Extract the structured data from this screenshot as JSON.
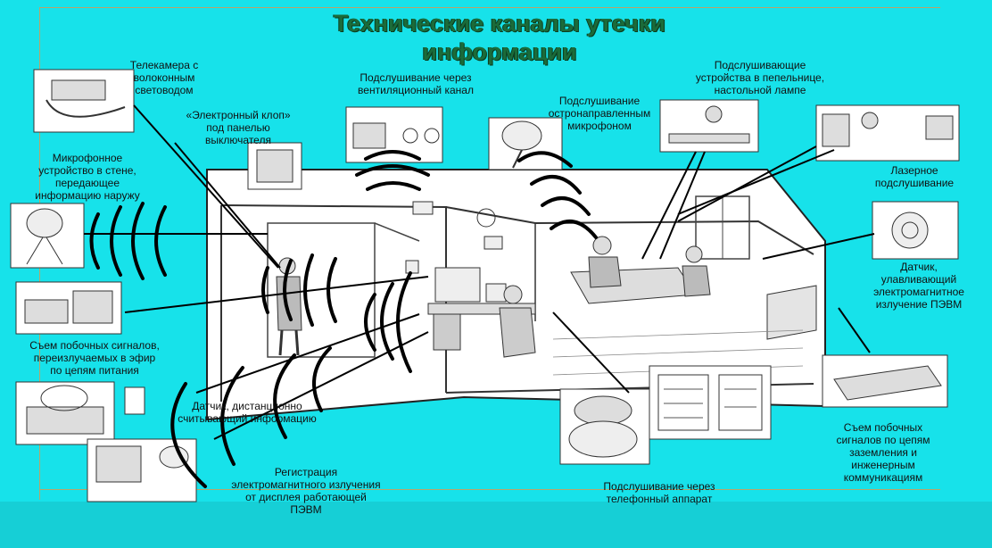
{
  "title_line1": "Технические каналы утечки",
  "title_line2": "информации",
  "labels": {
    "telecamera": "Телекамера с\nволоконным\nсветоводом",
    "electronic_bug": "«Электронный клоп»\nпод панелью\nвыключателя",
    "ventilation": "Подслушивание через\nвентиляционный канал",
    "directional_mic": "Подслушивание\nостронаправленным\nмикрофоном",
    "ashtray_lamp": "Подслушивающие\nустройства в пепельнице,\nнастольной лампе",
    "wall_microphone": "Микрофонное\nустройство в стене,\nпередающее\nинформацию наружу",
    "laser": "Лазерное\nподслушивание",
    "em_sensor": "Датчик,\nулавливающий\nэлектромагнитное\nизлучение ПЭВМ",
    "side_signals_power": "Съем побочных сигналов,\nпереизлучаемых в эфир\nпо цепям питания",
    "remote_sensor": "Датчик, дистанционно\nсчитывающий информацию",
    "side_signals_ground": "Съем побочных\nсигналов по цепям\nзаземления и\nинженерным\nкоммуникациям",
    "display_registration": "Регистрация\nэлектромагнитного излучения\nот дисплея работающей\nПЭВМ",
    "telephone": "Подслушивание через\nтелефонный аппарат"
  },
  "colors": {
    "background": "#17e2ea",
    "title": "#1b6b3a",
    "ink": "#111111",
    "panel": "#ffffff",
    "decor": "#b8a46a"
  }
}
